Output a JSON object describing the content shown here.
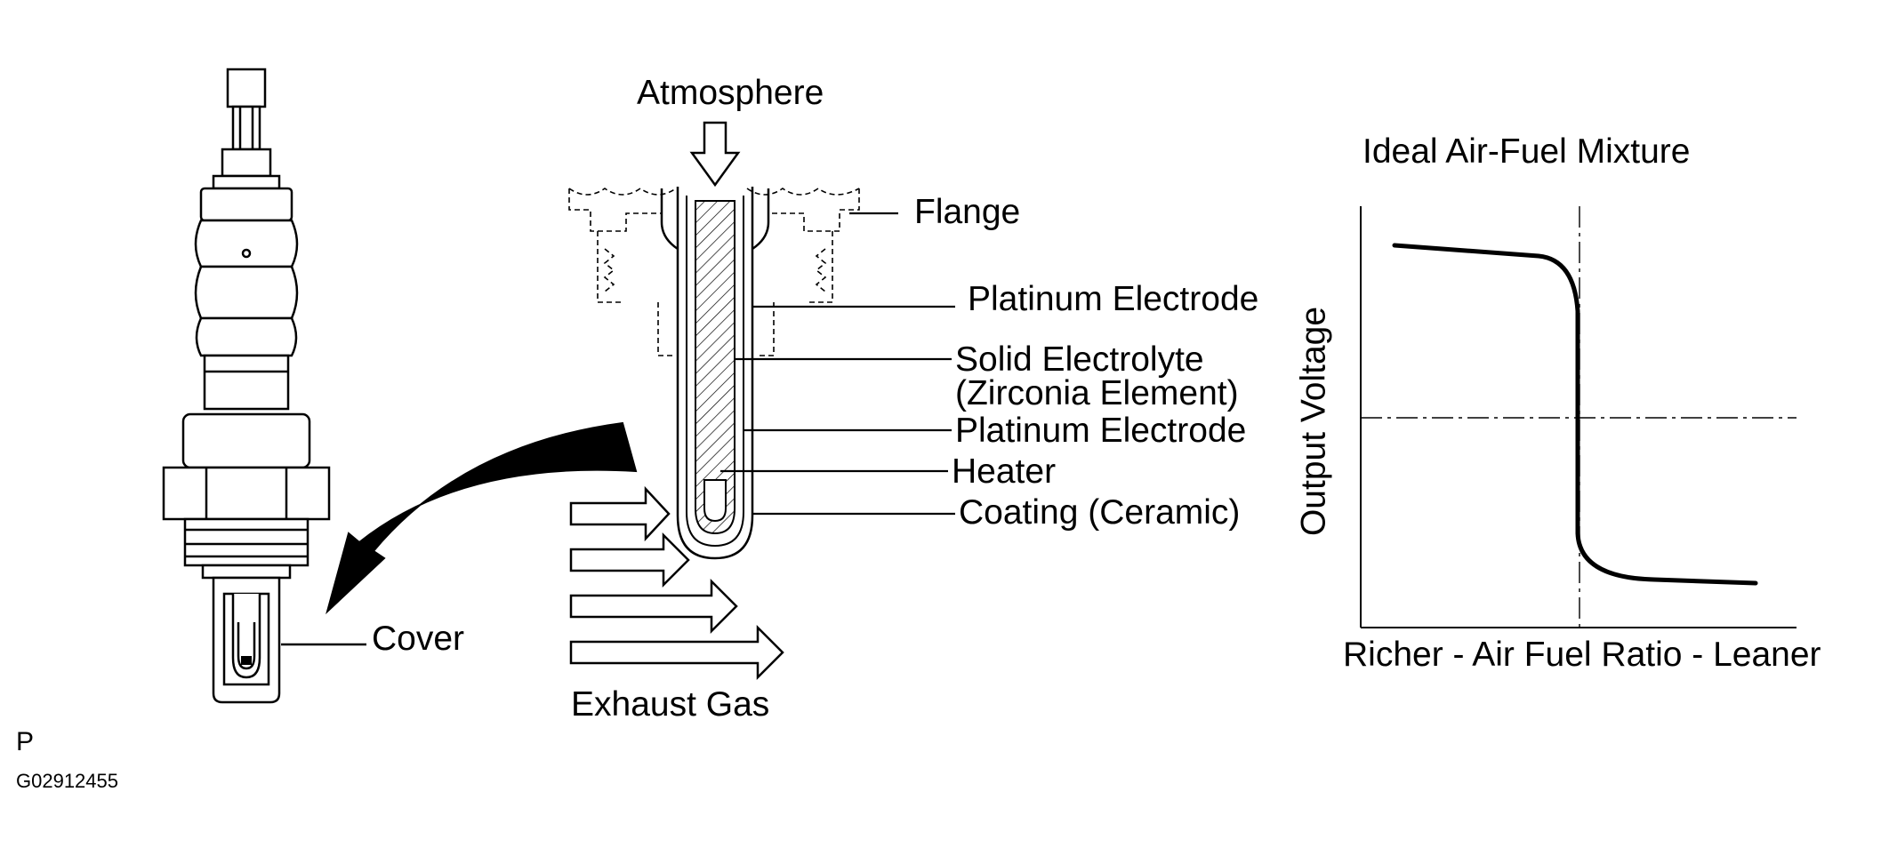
{
  "sensor": {
    "cover_label": "Cover"
  },
  "cross_section": {
    "atmosphere_label": "Atmosphere",
    "exhaust_label": "Exhaust Gas",
    "callouts": [
      "Flange",
      "Platinum Electrode",
      "Solid Electrolyte",
      "(Zirconia Element)",
      "Platinum Electrode",
      "Heater",
      "Coating (Ceramic)"
    ]
  },
  "graph": {
    "title": "Ideal Air-Fuel Mixture",
    "y_label": "Output Voltage",
    "x_label": "Richer - Air Fuel Ratio - Leaner"
  },
  "footer": {
    "code_letter": "P",
    "figure_id": "G02912455"
  }
}
